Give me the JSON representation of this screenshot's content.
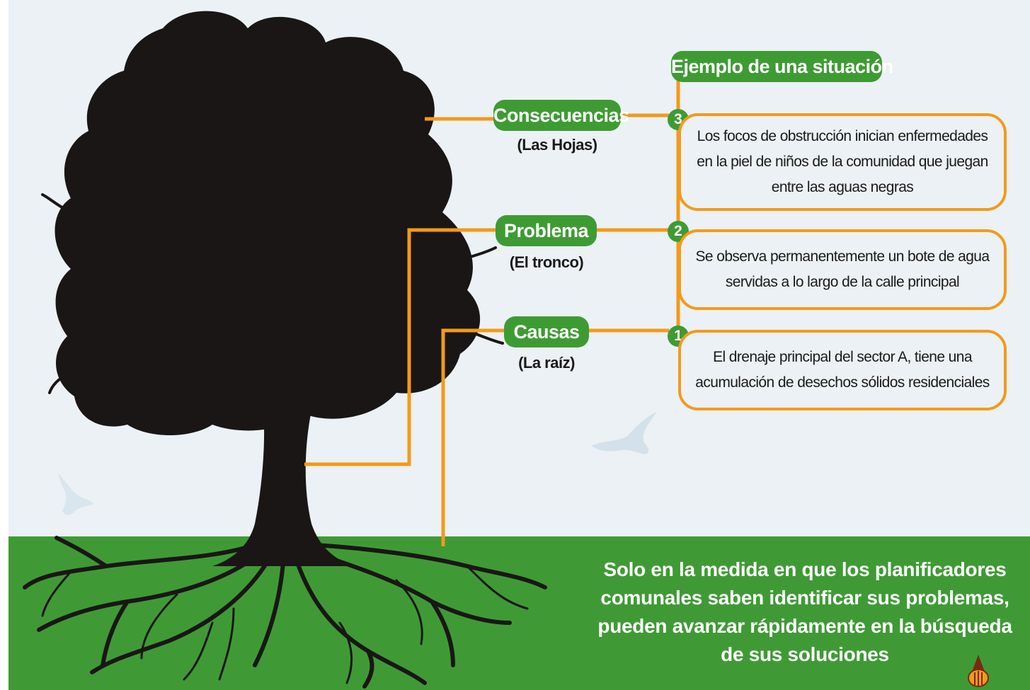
{
  "heading": "Ejemplo de una situación",
  "levels": [
    {
      "label": "Consecuencias",
      "sublabel": "(Las Hojas)",
      "number": "3",
      "text": "Los focos de obstrucción inician enfermedades en la piel de niños de la comunidad que juegan entre las aguas negras"
    },
    {
      "label": "Problema",
      "sublabel": "(El tronco)",
      "number": "2",
      "text": "Se observa permanentemente un bote de agua servidas a lo largo de la calle principal"
    },
    {
      "label": "Causas",
      "sublabel": "(La raíz)",
      "number": "1",
      "text": "El drenaje principal del sector A, tiene una acumulación de desechos sólidos residenciales"
    }
  ],
  "footer": "Solo en la medida en que los planificadores comunales saben identificar sus problemas, pueden avanzar rápidamente en la búsqueda de sus soluciones",
  "colors": {
    "green": "#3e9b33",
    "orange": "#f39a1a",
    "sky": "#ebf1f4",
    "tree": "#1a1616"
  },
  "icons": [
    "tree-illustration",
    "bird-silhouette",
    "logo-mark"
  ]
}
